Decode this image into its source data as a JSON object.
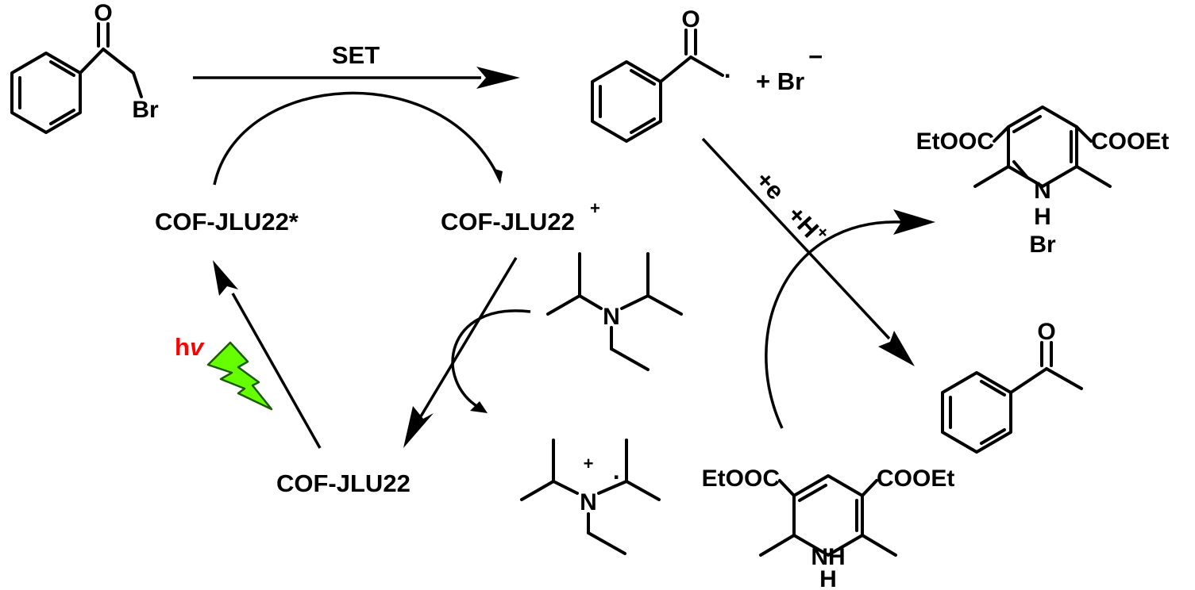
{
  "labels": {
    "set": "SET",
    "cof_excited": "COF-JLU22*",
    "cof_cation": "COF-JLU22",
    "cof_cation_charge": "+",
    "cof_ground": "COF-JLU22",
    "hv_h": "h",
    "hv_nu": "v",
    "plus_e": "+e",
    "plus_h": "+H",
    "plus_h_charge": "+",
    "plus_br": "+ Br",
    "br_charge": "−",
    "radical_cation_charge": "+",
    "radical_dot": "·",
    "acyl_dot": "·"
  },
  "atoms": {
    "O": "O",
    "Br": "Br",
    "N": "N",
    "NH_N": "N",
    "H": "H",
    "NH": "NH",
    "EtOOC": "EtOOC",
    "COOEt": "COOEt"
  },
  "colors": {
    "ink": "#000000",
    "hv_text": "#ff0000",
    "lightning_fill": "#66ff00",
    "lightning_stroke": "#1a5c00"
  }
}
